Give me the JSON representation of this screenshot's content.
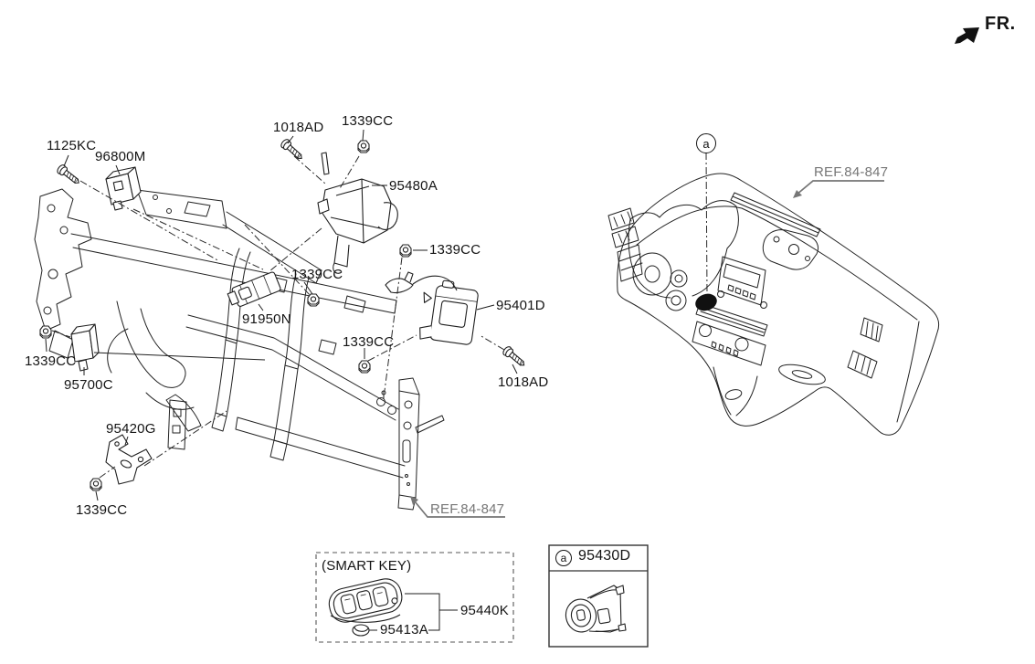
{
  "header": {
    "direction_label": "FR."
  },
  "part_labels": {
    "c1125kc": "1125KC",
    "c96800m": "96800M",
    "c1018ad_top": "1018AD",
    "c1339cc_top": "1339CC",
    "c95480a": "95480A",
    "c1339cc_right": "1339CC",
    "c1339cc_midleft": "1339CC",
    "c91950n": "91950N",
    "c1339cc_center": "1339CC",
    "c95401d": "95401D",
    "c1018ad_bottom": "1018AD",
    "c1339cc_left": "1339CC",
    "c95700c": "95700C",
    "c95420g": "95420G",
    "c1339cc_bottom": "1339CC",
    "c95440k": "95440K",
    "c95413a": "95413A",
    "c95430d": "95430D"
  },
  "ref_labels": {
    "frame": "REF.84-847",
    "dashboard": "REF.84-847"
  },
  "callouts": {
    "a": "a"
  },
  "smart_key": {
    "caption": "(SMART KEY)"
  },
  "colors": {
    "line": "#1f1f1f",
    "ref_gray": "#767676",
    "background": "#ffffff"
  }
}
